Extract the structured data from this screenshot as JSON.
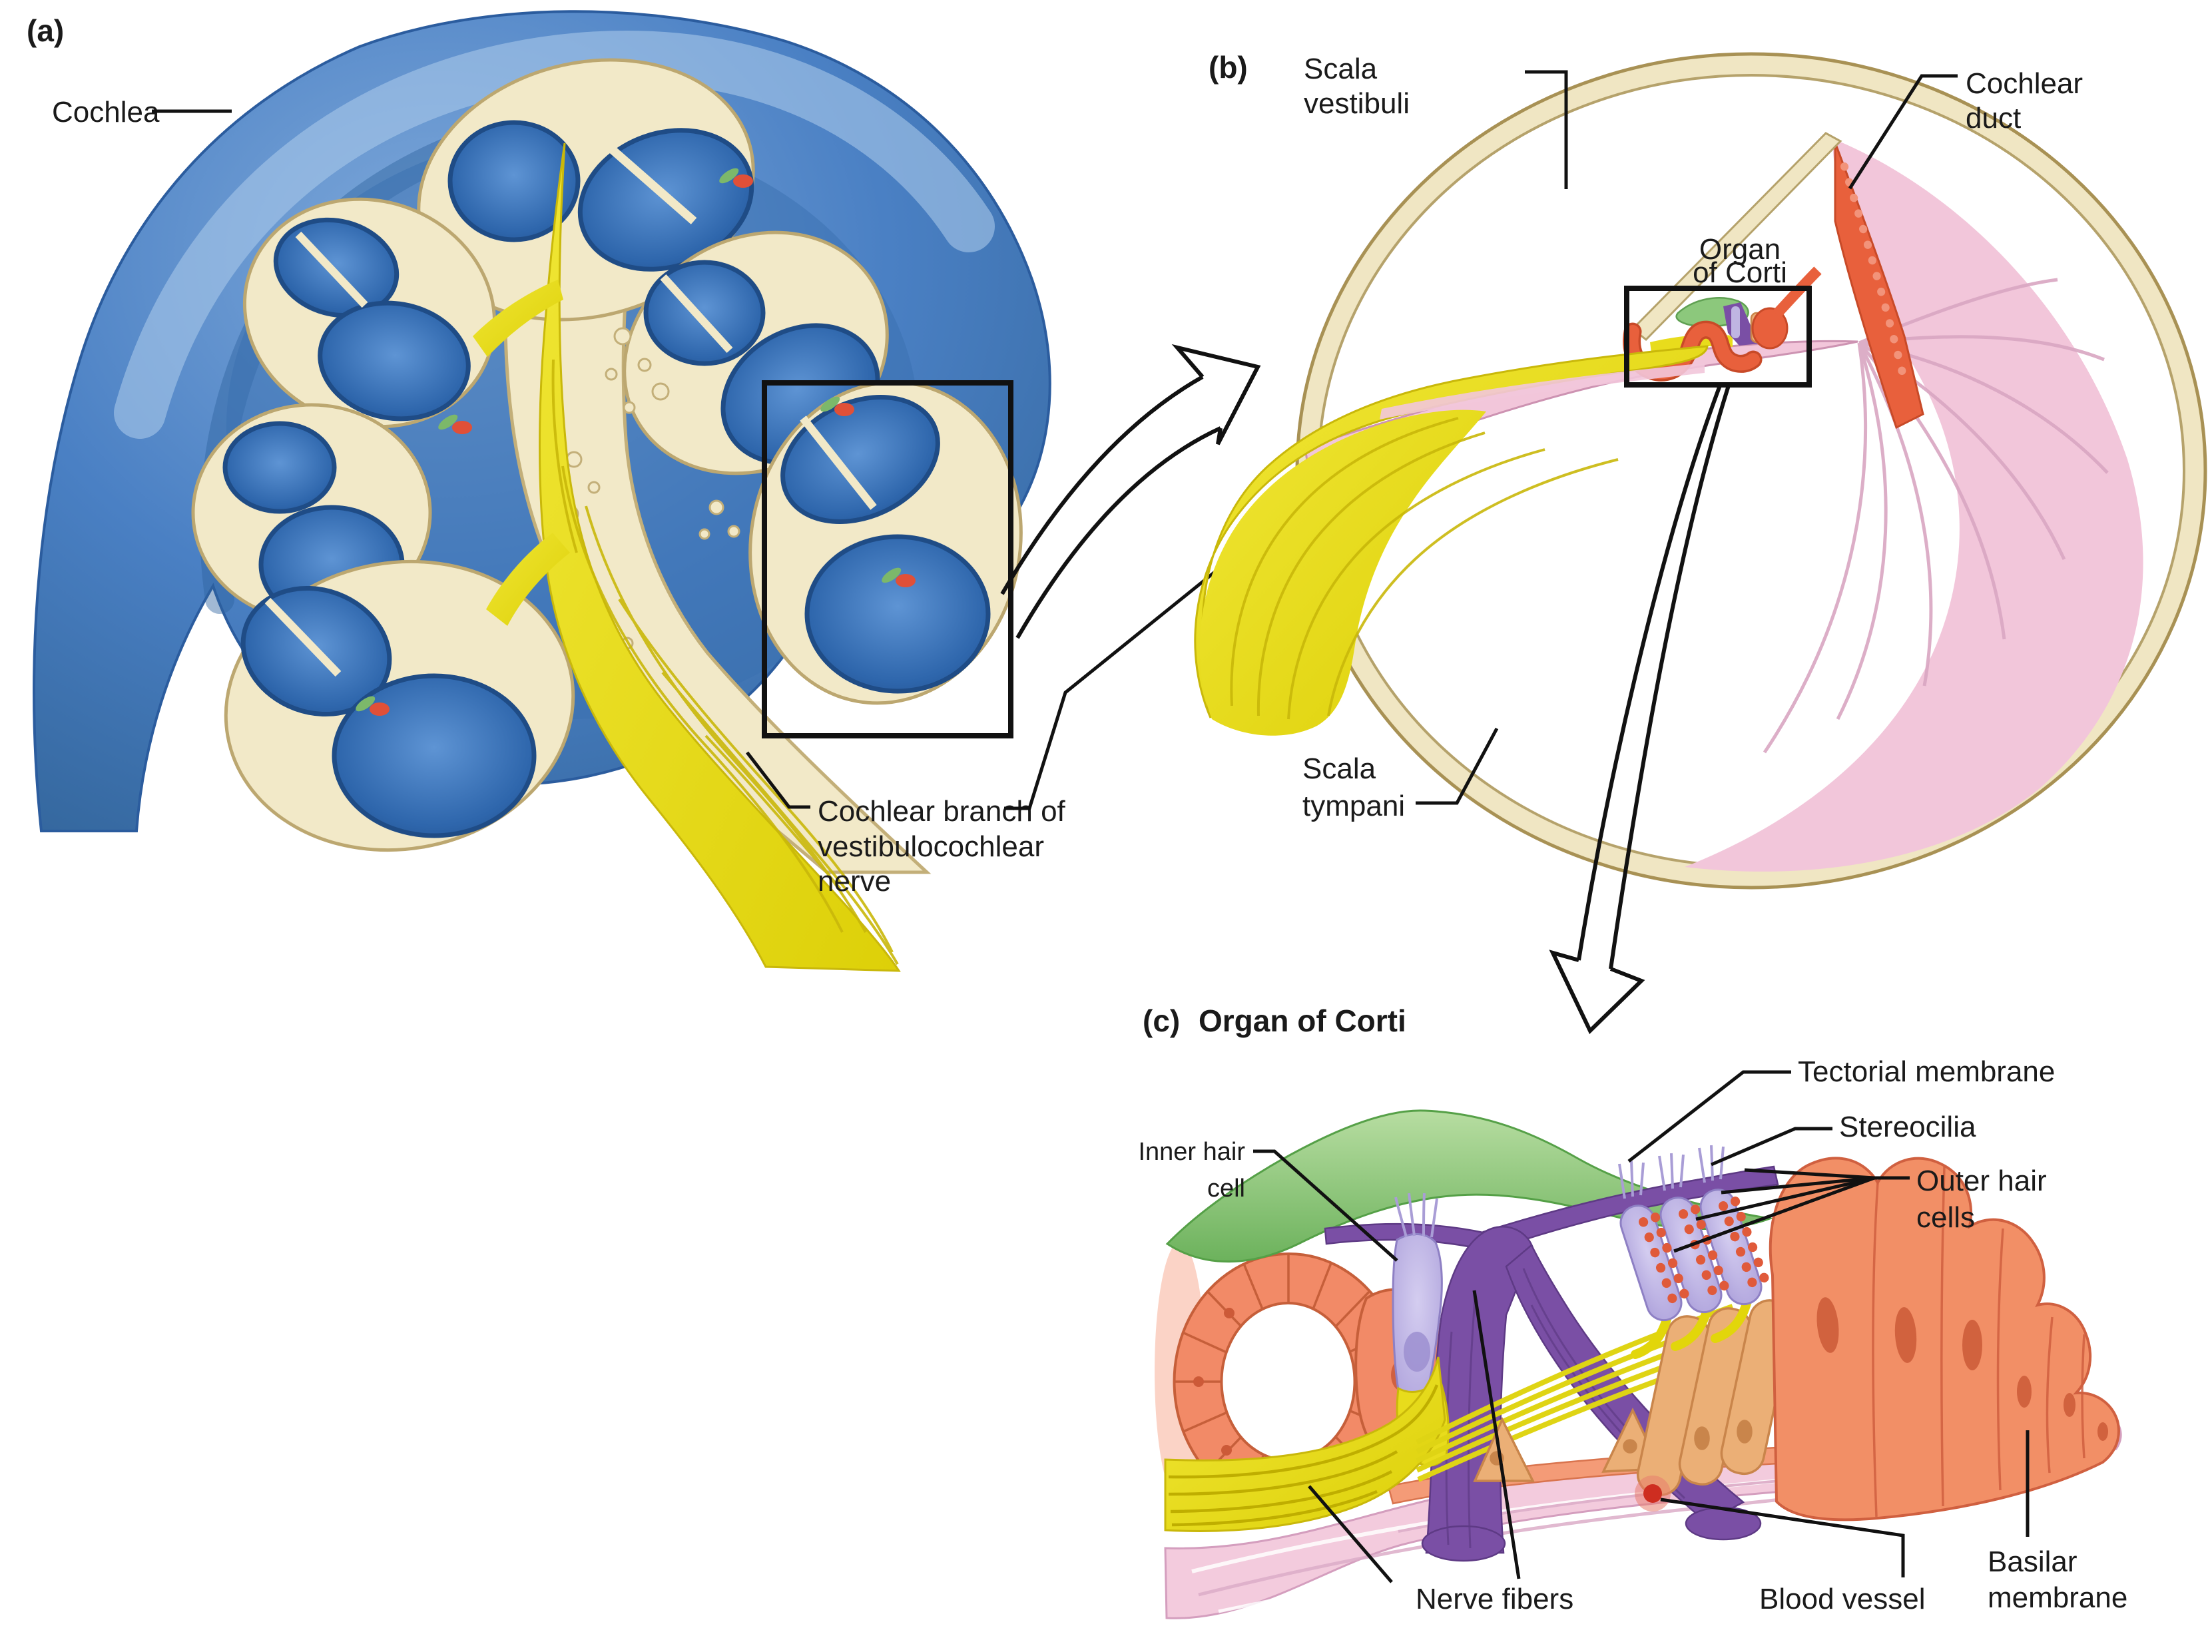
{
  "figure": {
    "type": "anatomical-diagram",
    "subject": "Cochlea, cochlear duct cross-section, and Organ of Corti"
  },
  "panels": {
    "a": {
      "tag": "(a)",
      "labels": {
        "cochlea": "Cochlea",
        "cochlear_branch": [
          "Cochlear branch of",
          "vestibulocochlear",
          "nerve"
        ]
      }
    },
    "b": {
      "tag": "(b)",
      "labels": {
        "scala_vestibuli": [
          "Scala",
          "vestibuli"
        ],
        "cochlear_duct": [
          "Cochlear",
          "duct"
        ],
        "organ_of_corti": [
          "Organ",
          "of Corti"
        ],
        "scala_tympani": [
          "Scala",
          "tympani"
        ]
      }
    },
    "c": {
      "tag": "(c)",
      "title": "Organ of Corti",
      "labels": {
        "tectorial_membrane": "Tectorial membrane",
        "stereocilia": "Stereocilia",
        "inner_hair_cell": [
          "Inner hair",
          "cell"
        ],
        "outer_hair_cells": [
          "Outer hair",
          "cells"
        ],
        "nerve_fibers": "Nerve fibers",
        "blood_vessel": "Blood vessel",
        "basilar_membrane": [
          "Basilar",
          "membrane"
        ]
      }
    }
  },
  "colors": {
    "cochlea_blue": "#4a80c4",
    "cochlea_blue_light": "#8fb8e4",
    "chamber_blue": "#2e66ac",
    "bone_cream": "#f2e9c8",
    "bone_outline": "#b5a26b",
    "nerve_yellow": "#e8dc1c",
    "tectorial_green": "#8cc87c",
    "cell_salmon": "#f28a67",
    "stria_orange_red": "#e8603c",
    "pillar_purple": "#7a4fa5",
    "hair_cell_lavender": "#bfb5e2",
    "support_tan": "#ebaf76",
    "basilar_pink": "#f3cbdd",
    "basilar_edge_salmon": "#f49b77",
    "ligament_pink": "#f2c6da",
    "blood_red": "#ce2d20",
    "line_black": "#111111"
  }
}
